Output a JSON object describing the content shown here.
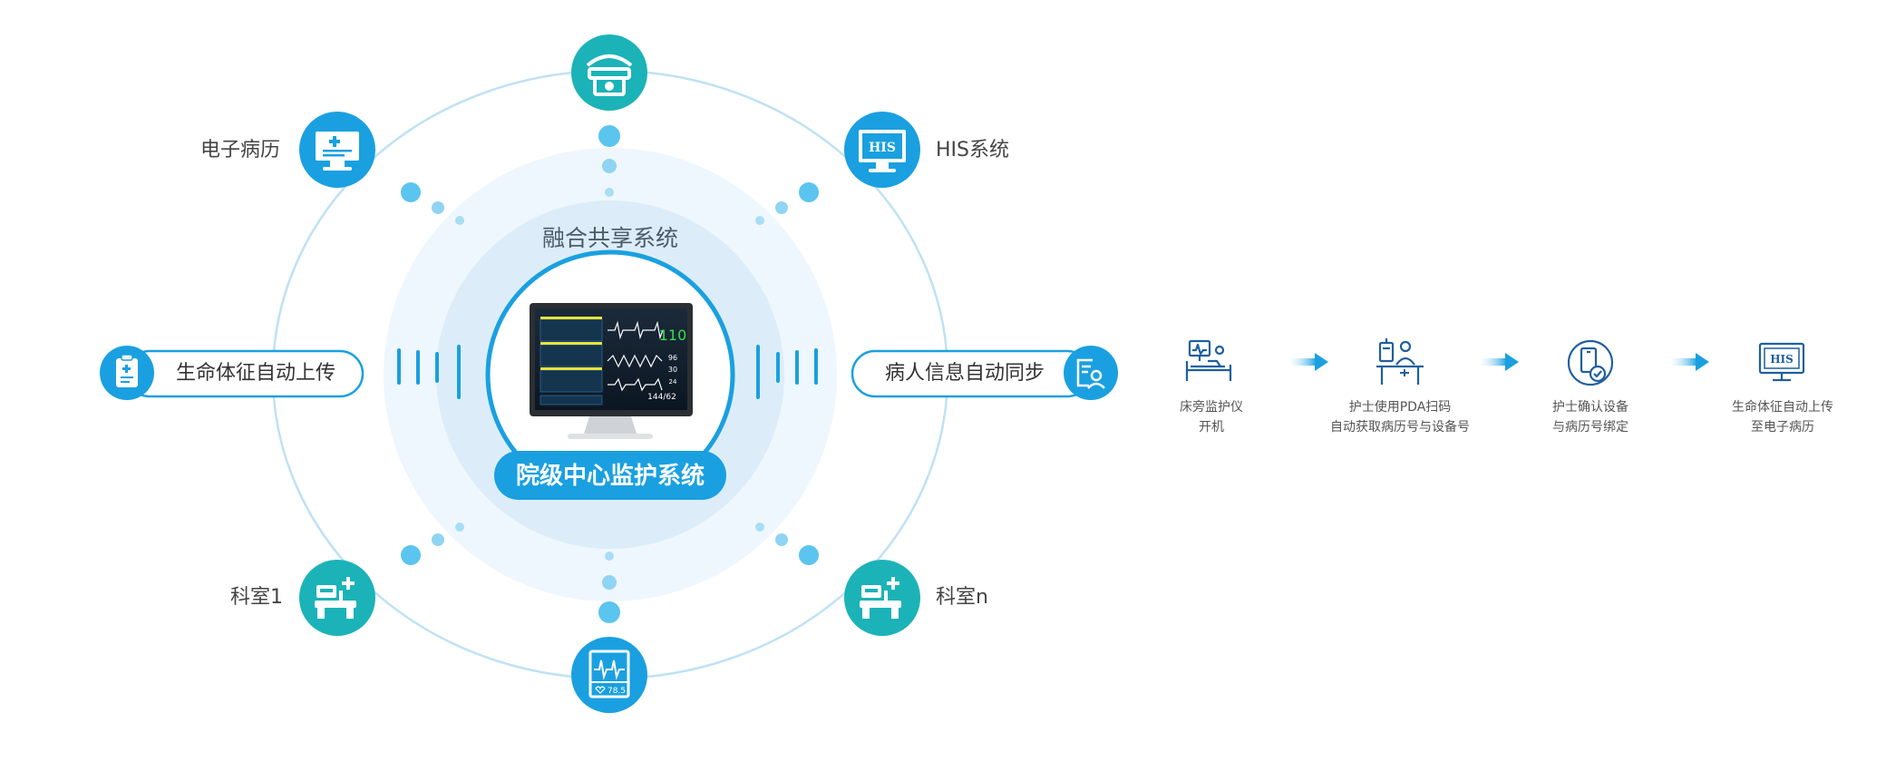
{
  "center": {
    "ring_title": "融合共享系统",
    "main_title": "院级中心监护系统",
    "monitor_hr": "110",
    "monitor_bp": "144/62"
  },
  "nodes": {
    "emr": "电子病历",
    "his": "HIS系统",
    "his_badge": "HIS",
    "vitals_upload": "生命体征自动上传",
    "patient_sync": "病人信息自动同步",
    "dept1": "科室1",
    "deptn": "科室n",
    "waveform_readout": "78.5"
  },
  "flow": {
    "steps": [
      {
        "line1": "床旁监护仪",
        "line2": "开机"
      },
      {
        "line1": "护士使用PDA扫码",
        "line2": "自动获取病历号与设备号"
      },
      {
        "line1": "护士确认设备",
        "line2": "与病历号绑定"
      },
      {
        "line1": "生命体征自动上传",
        "line2": "至电子病历"
      }
    ],
    "his_badge": "HIS"
  },
  "colors": {
    "primary": "#1aa0e0",
    "teal": "#1bb3b8",
    "ring_outer": "#eef7fd",
    "ring_mid": "#dcedf9",
    "navy_icon": "#1f5f9e"
  }
}
